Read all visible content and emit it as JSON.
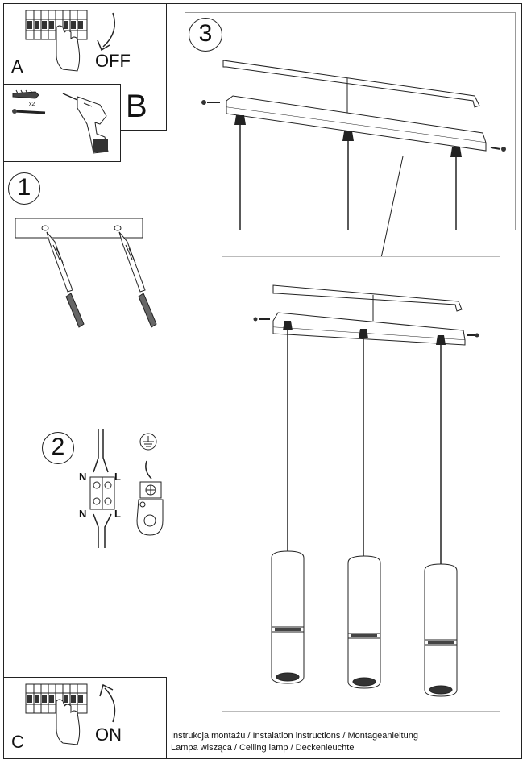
{
  "step_a": {
    "label": "A",
    "action": "OFF"
  },
  "step_b": {
    "label": "B",
    "count": "x2"
  },
  "step_1": {
    "number": "1"
  },
  "step_2": {
    "number": "2",
    "wire_n": "N",
    "wire_l": "L"
  },
  "step_3": {
    "number": "3"
  },
  "step_c": {
    "label": "C",
    "action": "ON"
  },
  "footer": {
    "line1": "Instrukcja montażu / Instalation instructions / Montageanleitung",
    "line2": "Lampa wisząca / Ceiling lamp / Deckenleuchte"
  }
}
